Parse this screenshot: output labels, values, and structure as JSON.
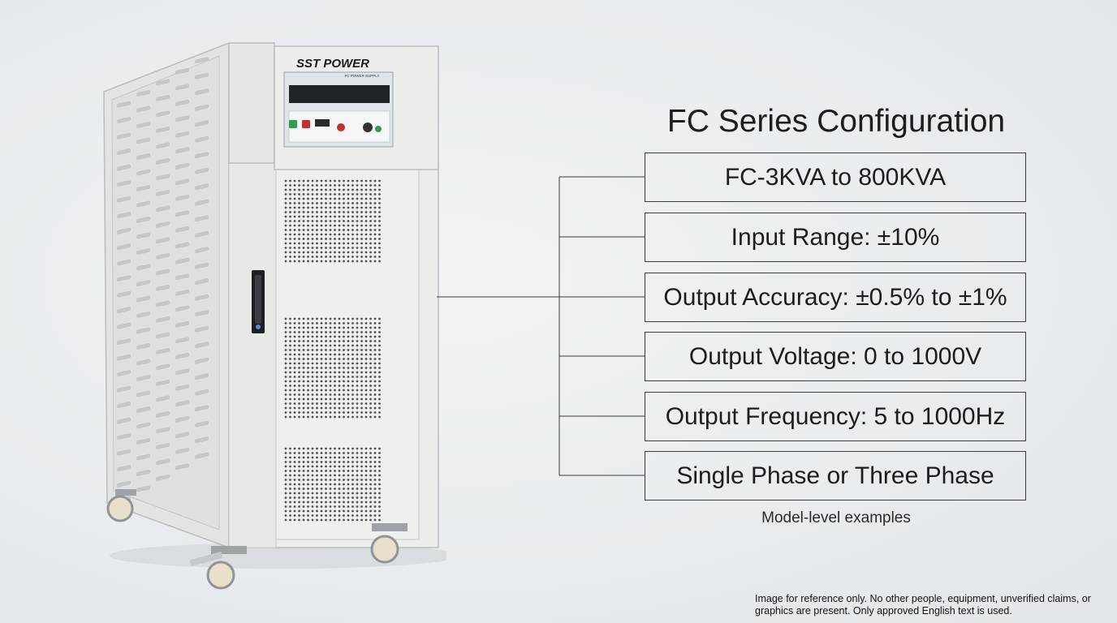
{
  "product": {
    "brand": "SST POWER",
    "panel_label": "FC POWER SUPPLY"
  },
  "config": {
    "title": "FC Series Configuration",
    "specs": [
      "FC-3KVA to 800KVA",
      "Input Range: ±10%",
      "Output Accuracy: ±0.5% to ±1%",
      "Output Voltage: 0 to 1000V",
      "Output Frequency: 5 to 1000Hz",
      "Single Phase or Three Phase"
    ],
    "footnote": "Model-level examples"
  },
  "disclaimer": "Image for reference only. No other people, equipment, unverified claims, or graphics are present. Only approved English text is used.",
  "colors": {
    "cabinet_body": "#eceeec",
    "cabinet_shadow": "#cfd2d0",
    "line": "#3b3b3b",
    "button_green": "#2e9e4a",
    "button_red": "#c8302c"
  }
}
